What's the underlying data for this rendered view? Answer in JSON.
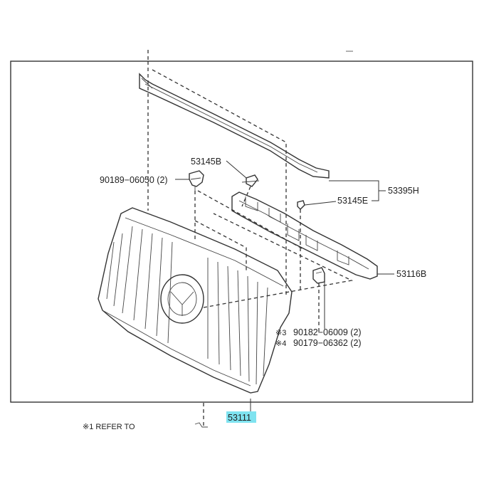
{
  "labels": {
    "p53145b": "53145B",
    "p90189": "90189−06050 (2)",
    "p53395h": "53395H",
    "p53145e": "53145E",
    "p53116b": "53116B",
    "note3_mark": "※3",
    "p90182": "90182−06009 (2)",
    "note4_mark": "※4",
    "p90179": "90179−06362 (2)",
    "p53111": "53111",
    "footnote": "※1 REFER TO"
  },
  "colors": {
    "highlight": "#7fe3f0",
    "line": "#333333"
  }
}
